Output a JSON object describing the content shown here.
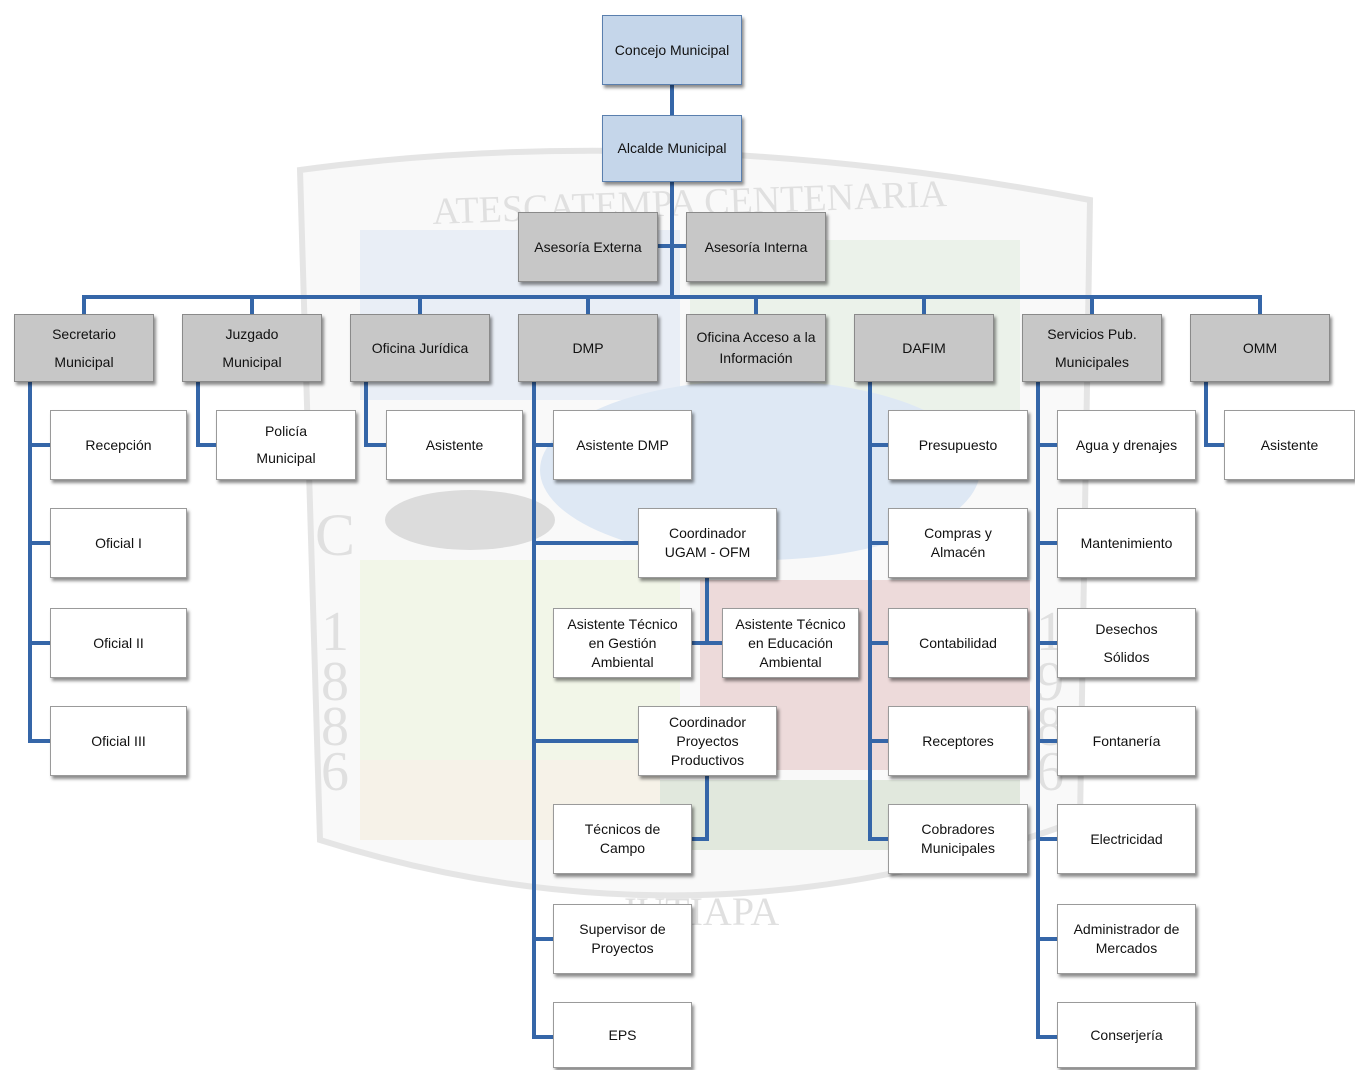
{
  "colors": {
    "connector": "#3566a8",
    "top_fill": "#c5d6ea",
    "dept_fill": "#c7c7c7",
    "leaf_fill": "#ffffff"
  },
  "watermark": {
    "top_text": "ATESCATEMPA CENTENARIA",
    "bottom_text": "JUTIAPA",
    "left_digits": [
      "1",
      "8",
      "8",
      "6"
    ],
    "right_digits": [
      "1",
      "9",
      "8",
      "6"
    ],
    "left_letter": "C"
  },
  "nodes": {
    "concejo": "Concejo Municipal",
    "alcalde": "Alcalde Municipal",
    "asesoria_externa": "Asesoría Externa",
    "asesoria_interna": "Asesoría Interna",
    "secretario": "Secretario\nMunicipal",
    "juzgado": "Juzgado\nMunicipal",
    "juridica": "Oficina Jurídica",
    "dmp": "DMP",
    "acceso": "Oficina Acceso a la\nInformación",
    "dafim": "DAFIM",
    "servicios": "Servicios  Pub.\nMunicipales",
    "omm": "OMM",
    "recepcion": "Recepción",
    "oficial1": "Oficial I",
    "oficial2": "Oficial II",
    "oficial3": "Oficial III",
    "policia": "Policía\nMunicipal",
    "asistente_juridica": "Asistente",
    "asistente_dmp": "Asistente DMP",
    "coord_ugam": "Coordinador\nUGAM - OFM",
    "asist_gestion": "Asistente Técnico\nen Gestión\nAmbiental",
    "asist_educacion": "Asistente Técnico\nen Educación\nAmbiental",
    "coord_proyectos": "Coordinador\nProyectos\nProductivos",
    "tecnicos": "Técnicos de\nCampo",
    "supervisor": "Supervisor de\nProyectos",
    "eps": "EPS",
    "presupuesto": "Presupuesto",
    "compras": "Compras y\nAlmacén",
    "contabilidad": "Contabilidad",
    "receptores": "Receptores",
    "cobradores": "Cobradores\nMunicipales",
    "agua": "Agua y drenajes",
    "mantenimiento": "Mantenimiento",
    "desechos": "Desechos\nSólidos",
    "fontaneria": "Fontanería",
    "electricidad": "Electricidad",
    "mercados": "Administrador de\nMercados",
    "conserjeria": "Conserjería",
    "asistente_omm": "Asistente"
  }
}
